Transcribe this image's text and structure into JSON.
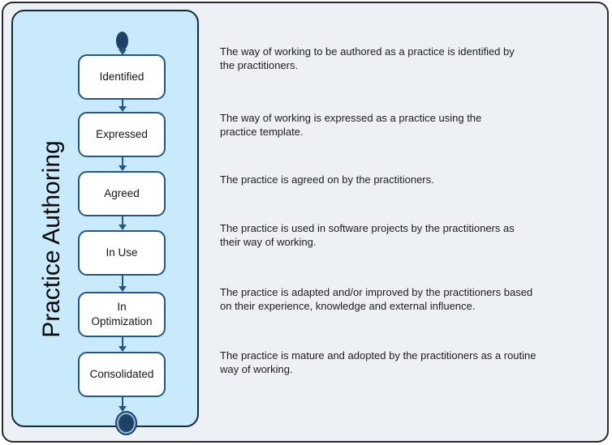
{
  "diagram": {
    "lane_title": "Practice Authoring",
    "states": [
      {
        "label": "Identified"
      },
      {
        "label": "Expressed"
      },
      {
        "label": "Agreed"
      },
      {
        "label": "In Use"
      },
      {
        "label": "In\nOptimization"
      },
      {
        "label": "Consolidated"
      }
    ],
    "nodes": {
      "initial": "uml-initial-node",
      "final": "uml-final-node"
    }
  },
  "descriptions": [
    "The way of working to be authored as a practice is identified by\nthe practitioners.",
    "The way of working is expressed as a practice using the\npractice template.",
    "The practice is agreed on by the practitioners.",
    "The practice is used in software projects by the practitioners as\ntheir way of working.",
    "The practice is adapted and/or improved by the practitioners based\non their experience, knowledge and external influence.",
    "The practice is mature and adopted by the practitioners as a routine\nway of working."
  ],
  "colors": {
    "frame_fill": "#EDF1F6",
    "lane_fill": "#C9EAFB",
    "state_fill": "#FFFFFF",
    "state_border": "#255685",
    "terminal_node_fill": "#1E4166",
    "text": "#1C1C1C"
  }
}
